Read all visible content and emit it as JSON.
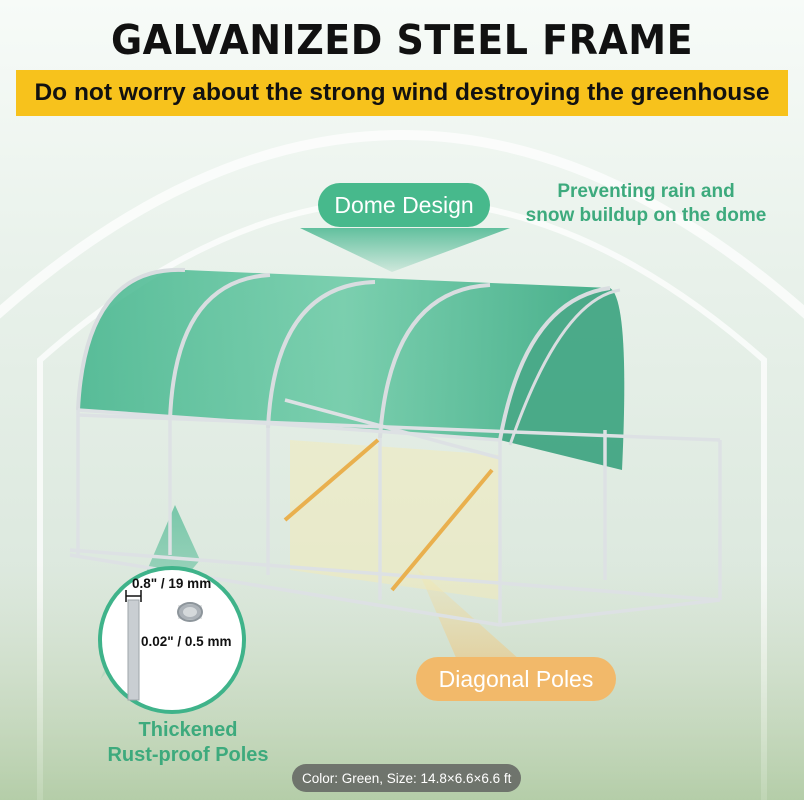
{
  "headline": "GALVANIZED STEEL FRAME",
  "subheadline": "Do not worry about the strong wind destroying the greenhouse",
  "callouts": {
    "dome_design": "Dome Design",
    "rain_note_line1": "Preventing rain and",
    "rain_note_line2": "snow buildup on the dome",
    "diagonal_poles": "Diagonal Poles",
    "poles_note_line1": "Thickened",
    "poles_note_line2": "Rust-proof Poles"
  },
  "dimensions": {
    "diameter": "0.8\" / 19 mm",
    "thickness": "0.02\" / 0.5 mm"
  },
  "product_spec": "Color: Green, Size: 14.8×6.6×6.6 ft",
  "colors": {
    "accent_green": "#47b98c",
    "accent_orange": "#f2b96a",
    "banner_yellow": "#f7c21c",
    "cover_green": "#3fb38a"
  }
}
